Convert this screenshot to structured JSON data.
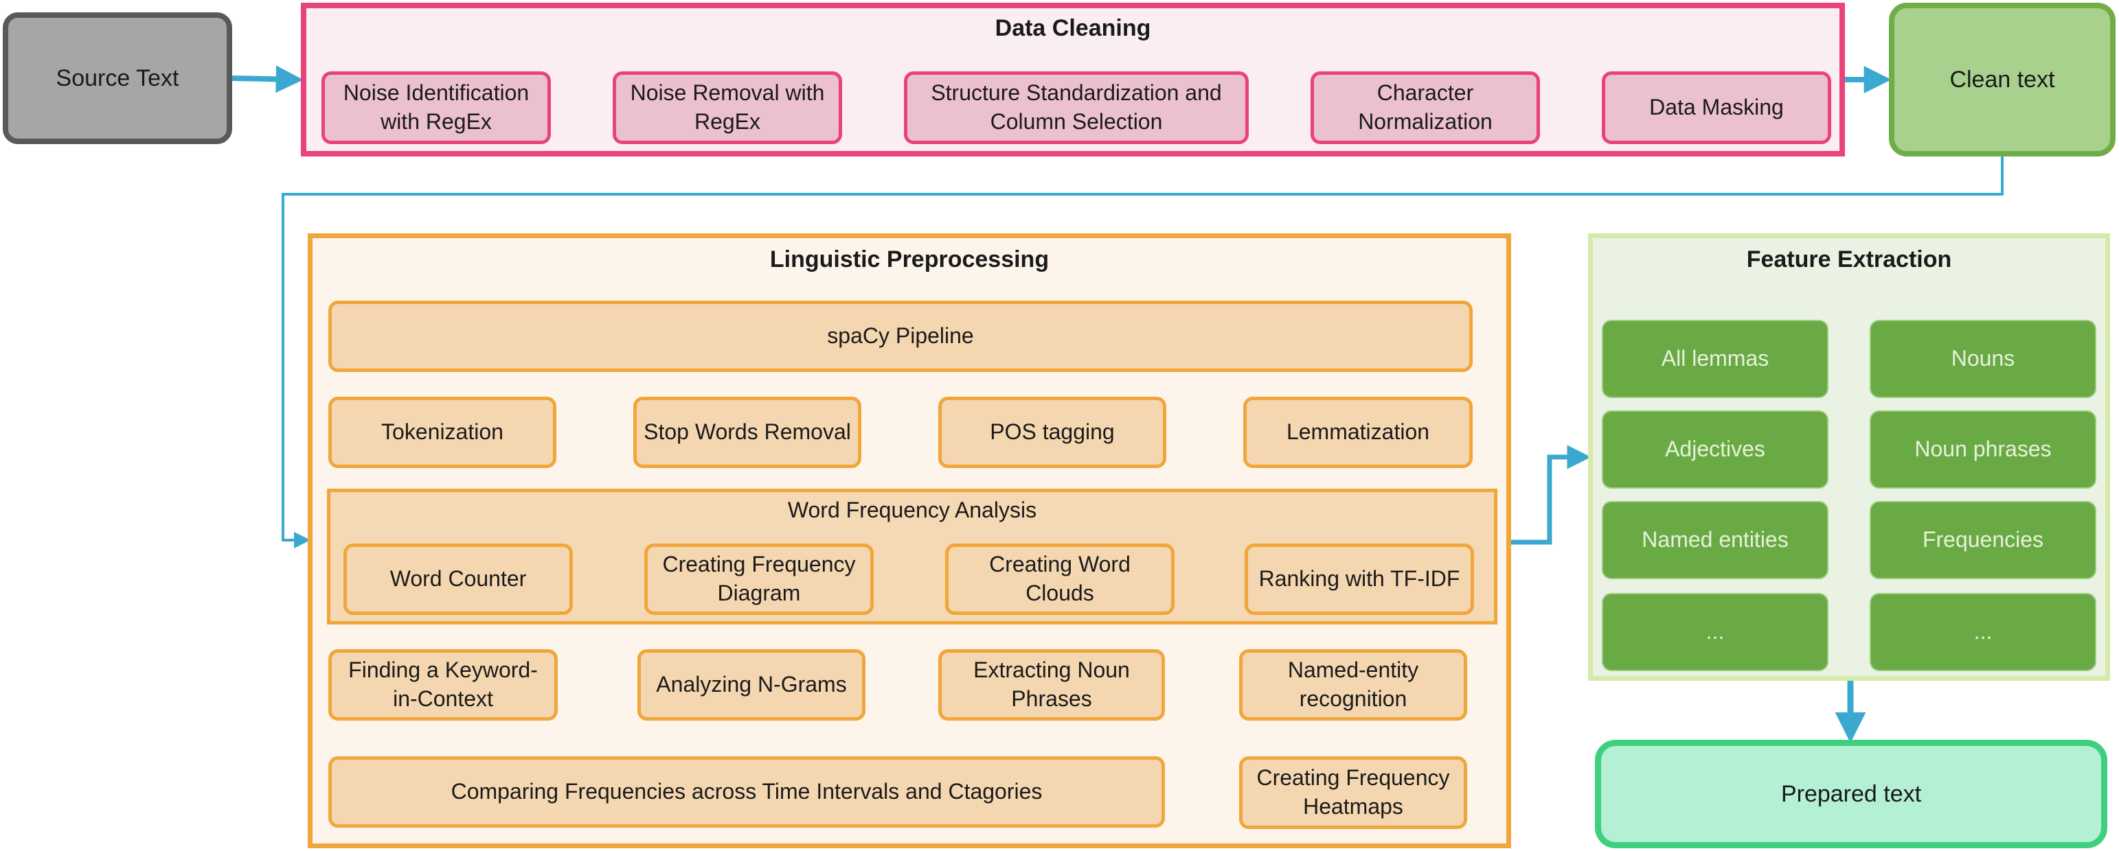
{
  "source": {
    "label": "Source Text"
  },
  "clean": {
    "label": "Clean text"
  },
  "prepared": {
    "label": "Prepared text"
  },
  "data_cleaning": {
    "title": "Data Cleaning",
    "steps": [
      "Noise Identification with RegEx",
      "Noise Removal with RegEx",
      "Structure Standardization and Column Selection",
      "Character Normalization",
      "Data Masking"
    ]
  },
  "linguistic": {
    "title": "Linguistic Preprocessing",
    "spacy": "spaCy Pipeline",
    "pipeline": [
      "Tokenization",
      "Stop Words Removal",
      "POS tagging",
      "Lemmatization"
    ],
    "wfa": {
      "title": "Word Frequency Analysis",
      "items": [
        "Word Counter",
        "Creating Frequency Diagram",
        "Creating Word Clouds",
        "Ranking with TF-IDF"
      ]
    },
    "row4": [
      "Finding a Keyword-in-Context",
      "Analyzing N-Grams",
      "Extracting Noun Phrases",
      "Named-entity recognition"
    ],
    "compare": "Comparing Frequencies across Time Intervals and Ctagories",
    "heatmaps": "Creating Frequency Heatmaps"
  },
  "features": {
    "title": "Feature Extraction",
    "items": [
      "All lemmas",
      "Nouns",
      "Adjectives",
      "Noun phrases",
      "Named entities",
      "Frequencies",
      "...",
      "..."
    ]
  },
  "colors": {
    "blue_arrow": "#3ba9cf",
    "pink": "#e8437a",
    "orange": "#f0a63a",
    "green": "#70ad47"
  }
}
